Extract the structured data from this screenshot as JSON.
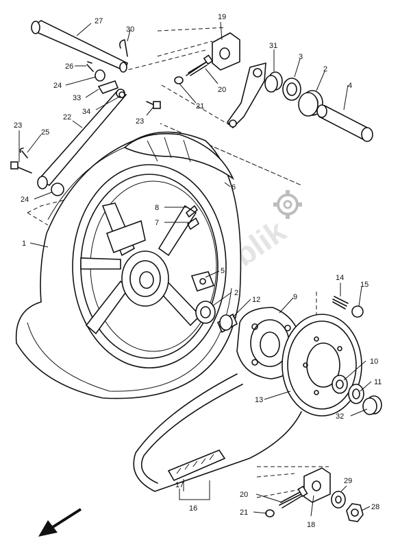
{
  "watermark": {
    "text": "PartsRepublik",
    "color": "#c8c8c8"
  },
  "callouts": {
    "c1": "1",
    "c2a": "2",
    "c2b": "2",
    "c3": "3",
    "c4": "4",
    "c5": "5",
    "c6": "6",
    "c7": "7",
    "c8": "8",
    "c9": "9",
    "c10": "10",
    "c11": "11",
    "c12": "12",
    "c13": "13",
    "c14": "14",
    "c15": "15",
    "c16": "16",
    "c17": "17",
    "c18": "18",
    "c19": "19",
    "c20a": "20",
    "c20b": "20",
    "c21a": "21",
    "c21b": "21",
    "c22": "22",
    "c23a": "23",
    "c23b": "23",
    "c24a": "24",
    "c24b": "24",
    "c25": "25",
    "c26": "26",
    "c27": "27",
    "c28": "28",
    "c29": "29",
    "c30": "30",
    "c31": "31",
    "c32": "32",
    "c33": "33",
    "c34": "34"
  },
  "icons": {
    "watermark_gear": "gear-icon",
    "front_arrow": "arrow-down-left-icon"
  }
}
